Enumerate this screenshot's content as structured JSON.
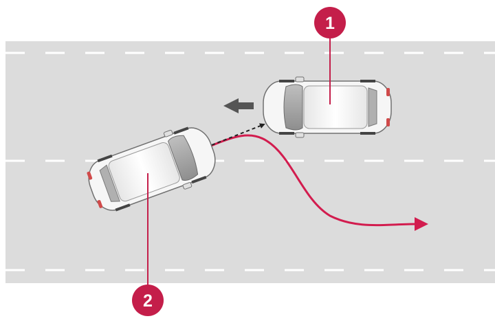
{
  "callouts": [
    {
      "id": "vehicle-1",
      "label": "1"
    },
    {
      "id": "vehicle-2",
      "label": "2"
    }
  ],
  "colors": {
    "road": "#dcdcdc",
    "lane_marking": "#ffffff",
    "callout": "#c41e4a",
    "path": "#d21c4e",
    "direction_arrow": "#555555",
    "car_body": "#f6f6f6",
    "car_outline": "#707070"
  },
  "icons": {
    "oncoming_direction": "arrow-left-icon",
    "evasive_path_end": "arrow-right-icon",
    "detection_link": "dashed-arrow-icon"
  }
}
